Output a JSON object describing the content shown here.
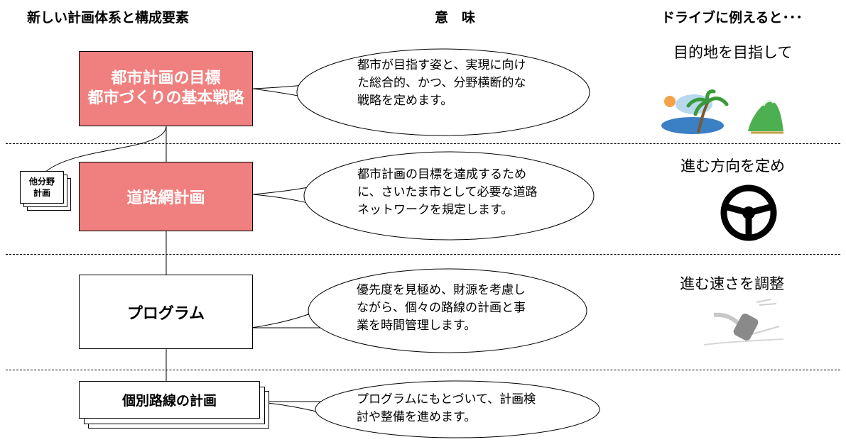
{
  "headers": {
    "elements": "新しい計画体系と構成要素",
    "meaning": "意　味",
    "driving": "ドライブに例えると･･･"
  },
  "rows": [
    {
      "box_lines": [
        "都市計画の目標",
        "都市づくりの基本戦略"
      ],
      "box_color": "#f08080",
      "bubble_lines": [
        "都市が目指す姿と、実現に向け",
        "た総合的、かつ、分野横断的な",
        "戦略を定めます。"
      ],
      "analogy": "目的地を目指して",
      "icon": "destination-landscape-icon"
    },
    {
      "box_lines": [
        "道路網計画"
      ],
      "box_color": "#f08080",
      "bubble_lines": [
        "都市計画の目標を達成するため",
        "に、さいたま市として必要な道路",
        "ネットワークを規定します。"
      ],
      "analogy": "進む方向を定め",
      "icon": "steering-wheel-icon"
    },
    {
      "box_lines": [
        "プログラム"
      ],
      "box_color": "#ffffff",
      "bubble_lines": [
        "優先度を見極め、財源を考慮し",
        "ながら、個々の路線の計画と事",
        "業を時間管理します。"
      ],
      "analogy": "進む速さを調整",
      "icon": "accelerator-pedal-icon"
    },
    {
      "box_lines": [
        "個別路線の計画"
      ],
      "box_color": "#ffffff",
      "bubble_lines": [
        "プログラムにもとづいて、計画検",
        "討や整備を進めます。"
      ],
      "analogy": "",
      "icon": ""
    }
  ],
  "side_plan_lines": [
    "他分野",
    "計画"
  ]
}
